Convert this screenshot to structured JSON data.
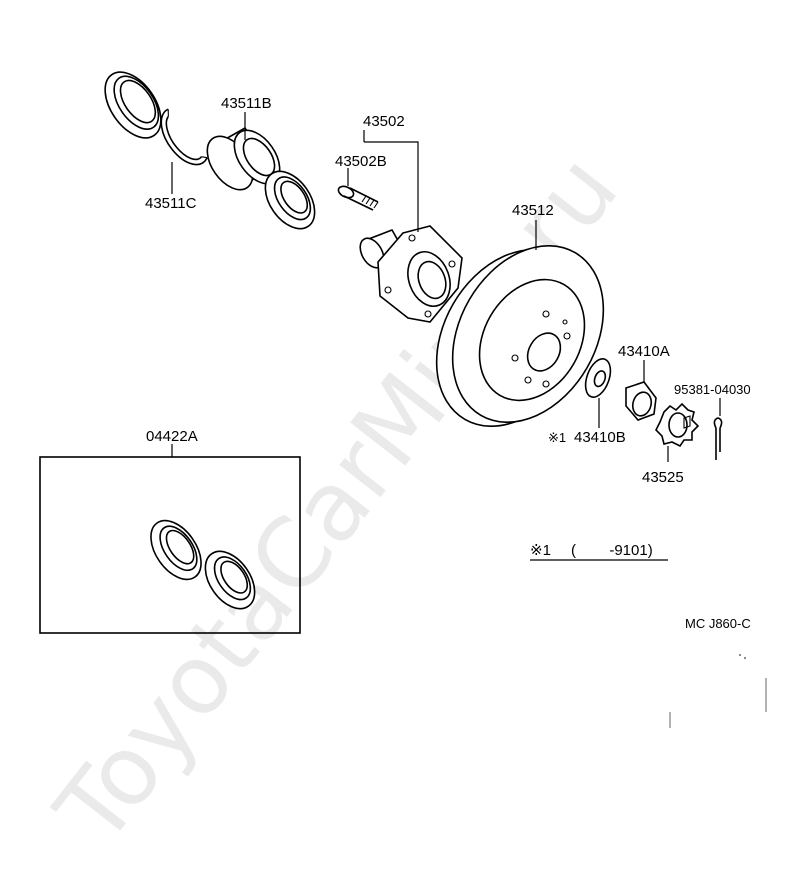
{
  "watermark": "ToyotaCarMine.ru",
  "callouts": {
    "oil_seal_outer": "43511B",
    "hole_snap_ring": "43511C",
    "axle_hub": "43502",
    "hub_bolt": "43502B",
    "disc": "43512",
    "hub_nut": "43410A",
    "washer": "43410B",
    "washer_mark": "※1",
    "nut_lock_cap": "43525",
    "cotter_pin": "95381-04030",
    "bearing_kit": "04422A"
  },
  "note": {
    "mark": "※1",
    "text": "(        -9101)"
  },
  "drawing_code": "MC J860-C"
}
